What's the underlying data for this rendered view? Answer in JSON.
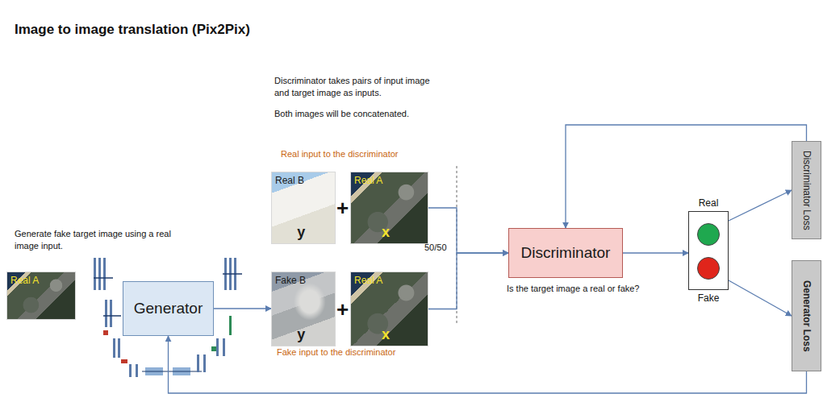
{
  "diagram": {
    "title": "Image to image translation (Pix2Pix)",
    "nodes": [
      {
        "text": [
          "Real A"
        ]
      },
      {
        "text": [
          "Generator"
        ]
      },
      {
        "text": [
          "Real B",
          "y"
        ]
      },
      {
        "text": [
          "Real A",
          "x"
        ]
      },
      {
        "text": [
          "Fake B",
          "y"
        ]
      },
      {
        "text": [
          "Real A",
          "x"
        ]
      },
      {
        "text": [
          "Discriminator"
        ]
      },
      {
        "text": [
          "Real",
          "Fake"
        ]
      },
      {
        "text": [
          "Discriminator Loss"
        ]
      },
      {
        "text": [
          "Generator Loss"
        ]
      }
    ],
    "edges": [
      {
        "from": 1,
        "to": 4,
        "arrow": "to"
      },
      {
        "from": 3,
        "to": 6,
        "arrow": "to"
      },
      {
        "from": 5,
        "to": 6,
        "arrow": "to"
      },
      {
        "from": 6,
        "to": 7,
        "arrow": "to"
      },
      {
        "from": 7,
        "to": 8,
        "arrow": "to"
      },
      {
        "from": 7,
        "to": 9,
        "arrow": "to"
      },
      {
        "from": 8,
        "to": 6,
        "arrow": "to"
      },
      {
        "from": 9,
        "to": 1,
        "arrow": "to"
      }
    ],
    "labels": [
      "Discriminator takes pairs of input image and target image as inputs.",
      "Both images will be concatenated.",
      "Real input to the discriminator",
      "+",
      "Generate fake target image using a real image input.",
      "50/50",
      "Is the target image a real or fake?",
      "+",
      "Fake input to the discriminator"
    ]
  }
}
